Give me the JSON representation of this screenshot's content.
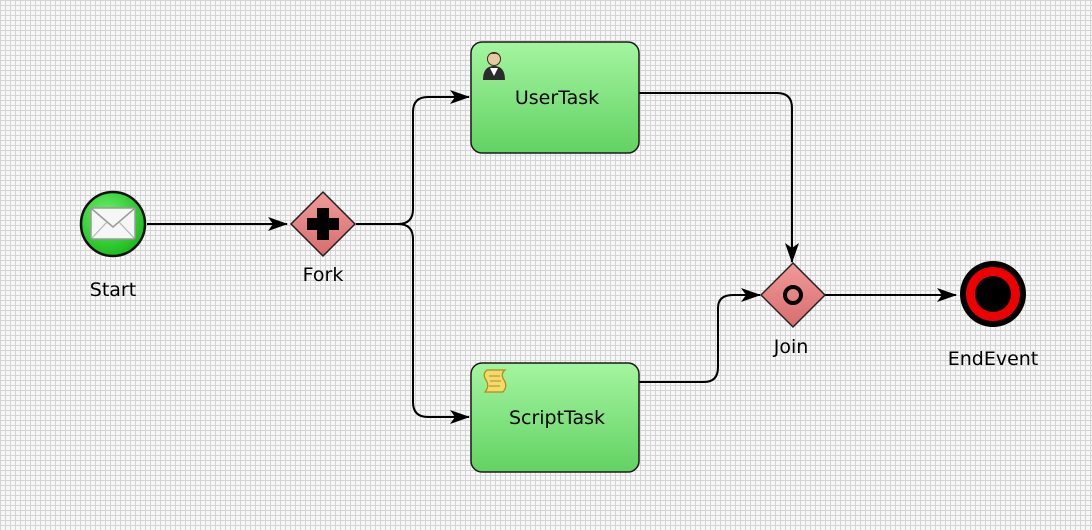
{
  "diagram": {
    "nodes": {
      "start": {
        "type": "message-start-event",
        "label": "Start",
        "icon": "envelope-icon"
      },
      "fork": {
        "type": "parallel-gateway",
        "label": "Fork",
        "icon": "plus-icon"
      },
      "user_task": {
        "type": "user-task",
        "label": "UserTask",
        "icon": "user-icon"
      },
      "script_task": {
        "type": "script-task",
        "label": "ScriptTask",
        "icon": "script-scroll-icon"
      },
      "join": {
        "type": "inclusive-gateway",
        "label": "Join",
        "icon": "circle-icon"
      },
      "end": {
        "type": "end-event",
        "label": "EndEvent"
      }
    },
    "edges": [
      {
        "from": "start",
        "to": "fork"
      },
      {
        "from": "fork",
        "to": "user_task"
      },
      {
        "from": "fork",
        "to": "script_task"
      },
      {
        "from": "user_task",
        "to": "join"
      },
      {
        "from": "script_task",
        "to": "join"
      },
      {
        "from": "join",
        "to": "end"
      }
    ],
    "colors": {
      "start_fill": "#2ed12e",
      "task_fill_top": "#a4f5a0",
      "task_fill_bottom": "#6bd86b",
      "gateway_fill": "#e98585",
      "end_ring": "#ee0000",
      "edge": "#000000"
    }
  }
}
